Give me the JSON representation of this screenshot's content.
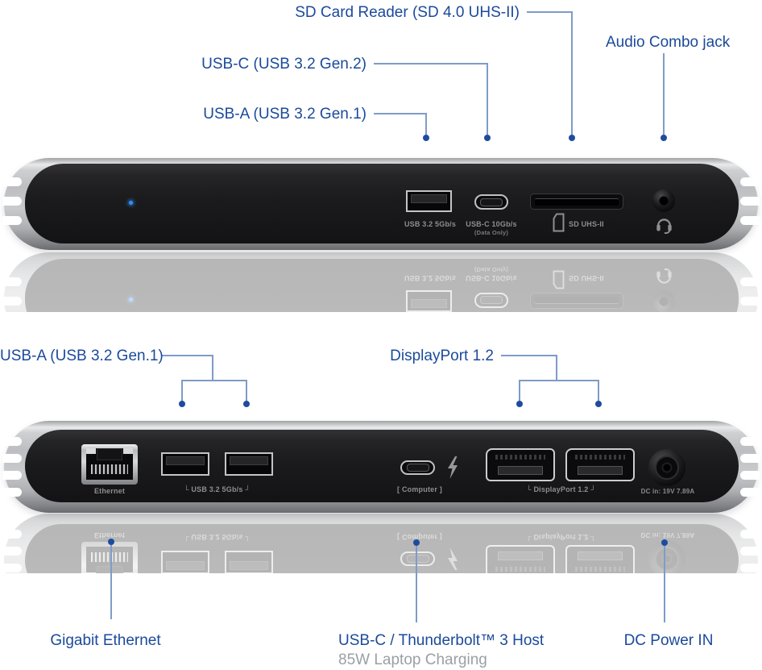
{
  "colors": {
    "label_blue": "#1b4a9b",
    "line_blue": "#7e9cc7",
    "dot_blue": "#1d4c9e",
    "muted_gray": "#9aa0a5",
    "port_label_gray": "#8e8e90",
    "led_blue": "#2f8fff"
  },
  "annotations": {
    "sd_card_reader": "SD Card Reader (SD 4.0 UHS-II)",
    "audio_combo": "Audio Combo jack",
    "usb_c_front": "USB-C (USB 3.2 Gen.2)",
    "usb_a_front": "USB-A (USB 3.2 Gen.1)",
    "usb_a_back": "USB-A (USB 3.2 Gen.1)",
    "displayport": "DisplayPort 1.2",
    "gigabit_ethernet": "Gigabit Ethernet",
    "host": "USB-C / Thunderbolt™ 3 Host",
    "host_sub": "85W Laptop Charging",
    "dc_power": "DC Power IN"
  },
  "front_dock": {
    "usb_a_label": "USB 3.2  5Gb/s",
    "usb_c_label": "USB-C 10Gb/s",
    "usb_c_sublabel": "(Data Only)",
    "sd_label": "SD UHS-II"
  },
  "back_dock": {
    "ethernet_label": "Ethernet",
    "usb_label": "└ USB 3.2  5Gb/s ┘",
    "computer_label": "[ Computer ]",
    "displayport_label": "└ DisplayPort 1.2 ┘",
    "dc_label": "DC in: 19V 7.89A"
  }
}
